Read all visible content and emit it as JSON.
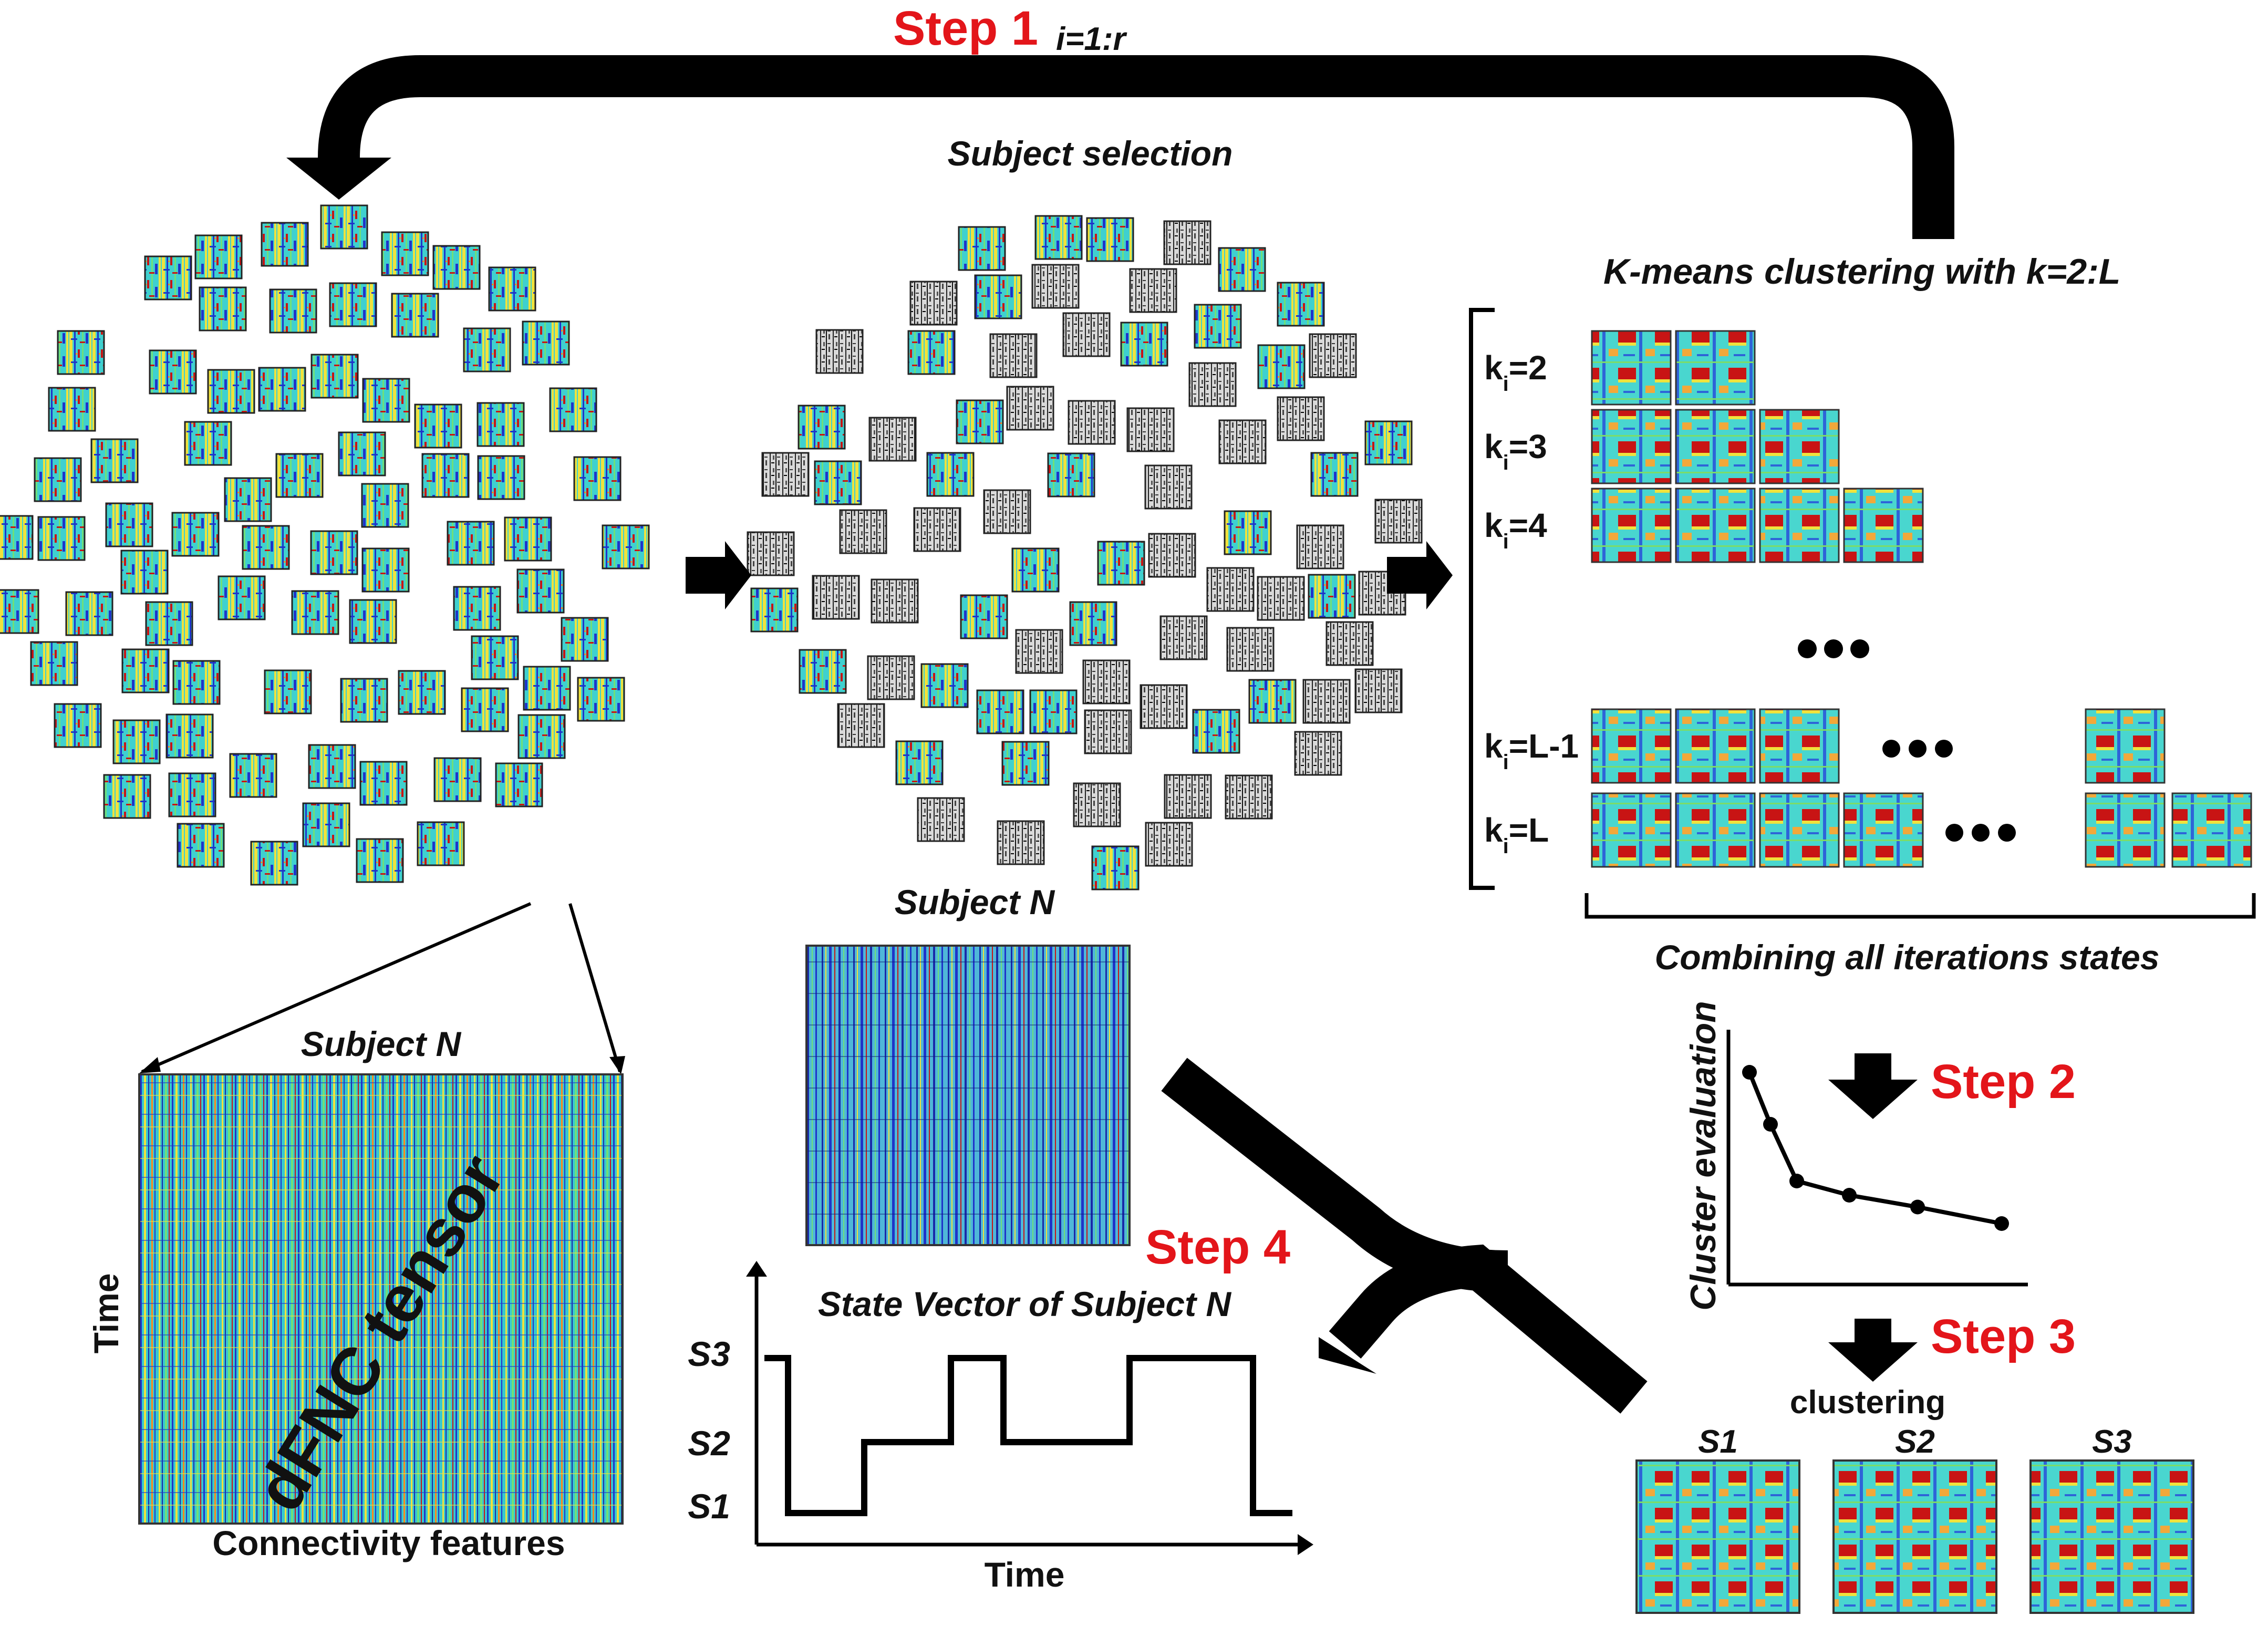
{
  "steps": {
    "step1": "Step 1",
    "step2": "Step 2",
    "step3": "Step 3",
    "step4": "Step 4"
  },
  "loop_label": "i=1:r",
  "subject_selection_label": "Subject selection",
  "kmeans_label": "K-means clustering with k=2:L",
  "k_rows": [
    {
      "prefix": "k",
      "sub": "i",
      "value": "=2",
      "count": 2
    },
    {
      "prefix": "k",
      "sub": "i",
      "value": "=3",
      "count": 3
    },
    {
      "prefix": "k",
      "sub": "i",
      "value": "=4",
      "count": 4
    },
    {
      "prefix": "k",
      "sub": "i",
      "value": "=L-1",
      "count": "L-1"
    },
    {
      "prefix": "k",
      "sub": "i",
      "value": "=L",
      "count": "L"
    }
  ],
  "combining_label": "Combining all iterations states",
  "cluster_eval_label": "Cluster evaluation",
  "elbow_curve": [
    0.82,
    0.6,
    0.36,
    0.3,
    0.25,
    0.18
  ],
  "clustering_label": "clustering",
  "states": [
    "S1",
    "S2",
    "S3"
  ],
  "subject_n_label": "Subject N",
  "subject_n_label_2": "Subject N",
  "tensor_label": "dFNC tensor",
  "time_label": "Time",
  "connectivity_label": "Connectivity features",
  "state_vector_title": "State Vector of Subject N",
  "state_vector_xlabel": "Time",
  "state_vector_levels": [
    "S3",
    "S2",
    "S1"
  ],
  "state_sequence": [
    3,
    1,
    2,
    3,
    2,
    3,
    1
  ],
  "colors": {
    "step_red": "#e3151a",
    "arrow": "#000000",
    "map_cyan": "#2fd3d6",
    "map_yellow": "#f0e23c",
    "map_red": "#c81414",
    "map_blue": "#1f34c9"
  }
}
